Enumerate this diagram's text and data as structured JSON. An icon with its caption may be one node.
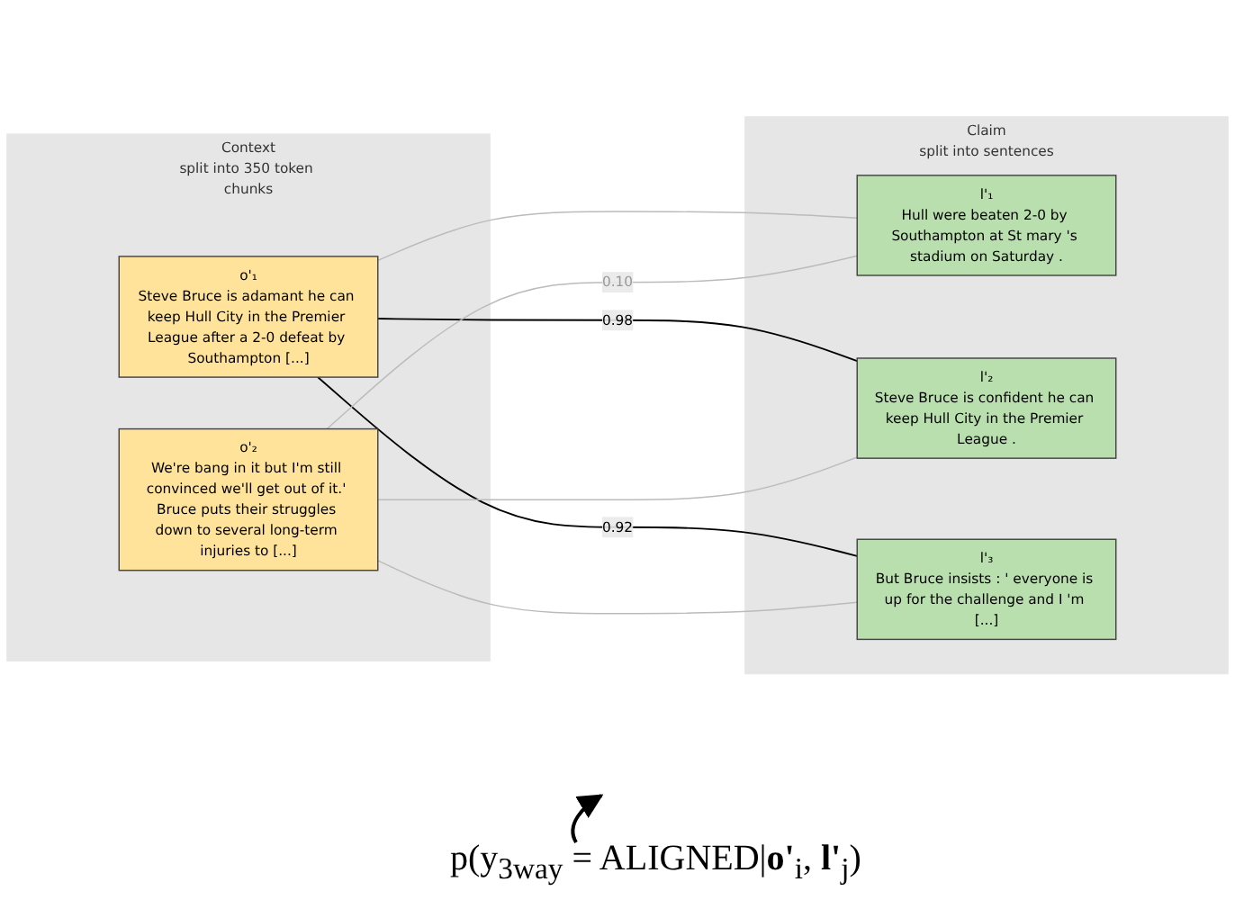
{
  "diagram": {
    "nodes": [
      {
        "text": [
          "Context",
          "split into 350 token chunks"
        ]
      },
      {
        "text": [
          "o'₁",
          "Steve Bruce is adamant he can keep Hull City in the Premier League after a 2-0 defeat by Southampton [...]"
        ],
        "in": 0
      },
      {
        "text": [
          "o'₂",
          "We're bang in it but I'm still convinced we'll get out of it.' Bruce puts their struggles down to several long-term injuries to [...]"
        ],
        "in": 0
      },
      {
        "text": [
          "Claim",
          "split into sentences"
        ]
      },
      {
        "text": [
          "l'₁",
          "Hull were beaten 2-0 by Southampton at St mary 's stadium on Saturday ."
        ],
        "in": 3
      },
      {
        "text": [
          "l'₂",
          "Steve Bruce is confident he can keep Hull City in the Premier League ."
        ],
        "in": 3
      },
      {
        "text": [
          "l'₃",
          "But Bruce insists : ' everyone is up for the challenge and I 'm [...]"
        ],
        "in": 3
      },
      {
        "text": [
          "p(y$_{3way}$ = ALIGNED|**o'**$_{i}$, **l'**$_{j}$)"
        ]
      }
    ],
    "edges": [
      {
        "from": 1,
        "to": 4,
        "arrow": "none"
      },
      {
        "from": 1,
        "to": 5,
        "arrow": "none",
        "label": "0.98",
        "color": "#000000"
      },
      {
        "from": 1,
        "to": 6,
        "arrow": "none",
        "label": "0.92",
        "color": "#000000"
      },
      {
        "from": 2,
        "to": 4,
        "arrow": "none",
        "label": "0.10"
      },
      {
        "from": 2,
        "to": 5,
        "arrow": "none"
      },
      {
        "from": 2,
        "to": 6,
        "arrow": "none"
      },
      {
        "from": 7,
        "to": null,
        "arrow": "to",
        "color": "#000000"
      }
    ]
  }
}
